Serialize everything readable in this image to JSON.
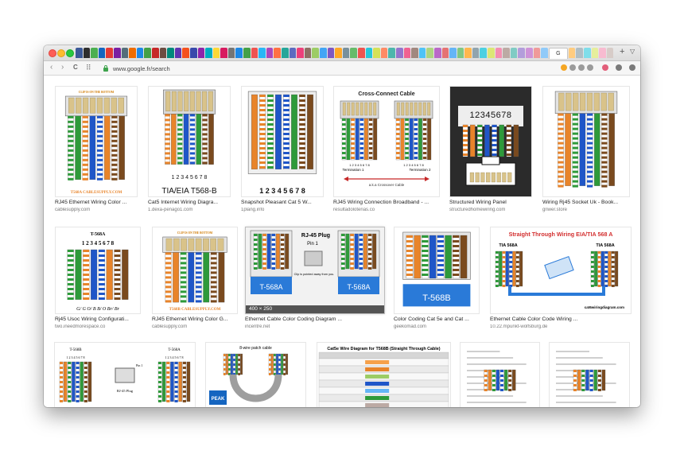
{
  "browser": {
    "address": "www.google.fr/search",
    "active_tab_label": "G",
    "new_tab_symbol": "+",
    "tab_overflow_symbol": "▽",
    "nav": {
      "back": "‹",
      "forward": "›",
      "reload": "C",
      "grid": "⠿"
    },
    "tab_colors": [
      "#3b5998",
      "#2d2d2d",
      "#4caf50",
      "#1565c0",
      "#e53935",
      "#7b1fa2",
      "#546e7a",
      "#ef6c00",
      "#1e88e5",
      "#43a047",
      "#c62828",
      "#6d4c41",
      "#00897b",
      "#5e35b1",
      "#f4511e",
      "#3949ab",
      "#8e24aa",
      "#00acc1",
      "#fdd835",
      "#d81b60",
      "#757575",
      "#1e88e5",
      "#43a047",
      "#ef5350",
      "#29b6f6",
      "#ab47bc",
      "#ff7043",
      "#26a69a",
      "#5c6bc0",
      "#ec407a",
      "#8d6e63",
      "#9ccc65",
      "#42a5f5",
      "#7e57c2",
      "#ffa726",
      "#78909c",
      "#66bb6a",
      "#ef5350",
      "#26c6da",
      "#d4e157",
      "#ff8a65",
      "#4db6ac",
      "#9575cd",
      "#f06292",
      "#a1887f",
      "#4fc3f7",
      "#aed581",
      "#ba68c8",
      "#e57373",
      "#64b5f6",
      "#81c784",
      "#ffb74d",
      "#90a4ae",
      "#4dd0e1",
      "#dce775",
      "#f48fb1",
      "#bcaaa4",
      "#80cbc4",
      "#b39ddb",
      "#ce93d8",
      "#ef9a9a",
      "#90caf9",
      "#a5d6a7",
      "#ffcc80",
      "#b0bec5",
      "#80deea",
      "#e6ee9c",
      "#f8bbd0",
      "#d7ccc8"
    ],
    "active_tab_index": 62,
    "ext_colors": [
      "#f5a623",
      "#9b9b9b",
      "#9b9b9b",
      "#9b9b9b",
      "#e25f7a",
      "#7a7a7a",
      "#7a7a7a"
    ]
  },
  "results": [
    {
      "caption": "RJ45 Ethernet Wiring Color ...",
      "source": "cablesupply.com",
      "thumb": {
        "kind": "t568a-cablesupply",
        "top_text": "CLIP IS ON THE BOTTOM",
        "bottom_text": "T568A CABLESUPPLY.COM"
      }
    },
    {
      "caption": "Cat5 Internet Wiring Diagra...",
      "source": "1.dexa-penago1.com",
      "thumb": {
        "kind": "tia-t568b",
        "pins": "1 2 3 4 5 6 7 8",
        "label": "TIA/EIA  T568-B"
      }
    },
    {
      "caption": "Snapshot Pleasant Cat 5 W...",
      "source": "1plang.info",
      "thumb": {
        "kind": "big-connector",
        "pins": "1 2 3 4 5 6 7 8"
      }
    },
    {
      "caption": "RJ45 Wiring Connection Broadband - ...",
      "source": "resultadoloterias.co",
      "thumb": {
        "kind": "cross-connect",
        "title": "Cross-Connect Cable",
        "label1": "Termination 1",
        "label2": "Termination 2",
        "footer": "a.k.a Crossover Cable",
        "pins": "1 2 3 4 5 6 7 8"
      }
    },
    {
      "caption": "Structured Wiring Panel",
      "source": "structuredhomewiring.com",
      "thumb": {
        "kind": "wiring-panel",
        "pins": "12345678"
      }
    },
    {
      "caption": "Wiring Rj45 Socket Uk - Book...",
      "source": "griwer.store",
      "thumb": {
        "kind": "rj45-socket"
      }
    },
    {
      "caption": "Rj45 Usoc Wiring Configurati...",
      "source": "two.ineedmorespace.co",
      "thumb": {
        "kind": "t568a-usoc",
        "title": "T-568A",
        "pins": "1 2 3 4 5 6 7 8",
        "bottom": "G/ G O/ B  B/ O Br/ Br"
      }
    },
    {
      "caption": "RJ45 Ethernet Wiring Color G...",
      "source": "cablesupply.com",
      "thumb": {
        "kind": "t568b-cablesupply",
        "top_text": "CLIP IS ON THE BOTTOM",
        "bottom_text": "T568B CABLESUPPLY.COM"
      }
    },
    {
      "caption": "Ethernet Cable Color Coding Diagram ...",
      "source": "incentre.net",
      "thumb": {
        "kind": "rj45-plug-pin1",
        "title": "RJ-45 Plug",
        "pin": "Pin 1",
        "note": "Clip is pointed away from you.",
        "left_label": "T-568A",
        "right_label": "T-568A",
        "dims": "400 × 250"
      }
    },
    {
      "caption": "Color Coding Cat 5e and Cat ...",
      "source": "geekomad.com",
      "thumb": {
        "kind": "t568b-blue",
        "label": "T-568B"
      }
    },
    {
      "caption": "Ethernet Cable Color Code Wiring ...",
      "source": "10.22.mpunkt-wolfsburg.de",
      "thumb": {
        "kind": "straight-through",
        "title": "Straight Through Wiring EIA/TIA 568 A",
        "left": "TIA 568A",
        "right": "TIA 568A",
        "footer": "cat6wiringdiagram.com"
      }
    },
    {
      "caption": "",
      "source": "",
      "thumb": {
        "kind": "t568-pair",
        "left": "T-568B",
        "right": "T-568A",
        "pins": "1 2 3 4 5 6 7 8",
        "plug": "RJ-45 Plug",
        "pin": "Pin 1"
      }
    },
    {
      "caption": "",
      "source": "",
      "thumb": {
        "kind": "patch-cable",
        "title": "8-wire patch cable",
        "logo": "PEAK"
      }
    },
    {
      "caption": "",
      "source": "",
      "thumb": {
        "kind": "table-t568b",
        "title": "Cat5e Wire Diagram for T568B (Straight Through Cable)"
      }
    },
    {
      "caption": "",
      "source": "",
      "thumb": {
        "kind": "doc-small"
      }
    },
    {
      "caption": "",
      "source": "",
      "thumb": {
        "kind": "doc-small-2"
      }
    }
  ]
}
